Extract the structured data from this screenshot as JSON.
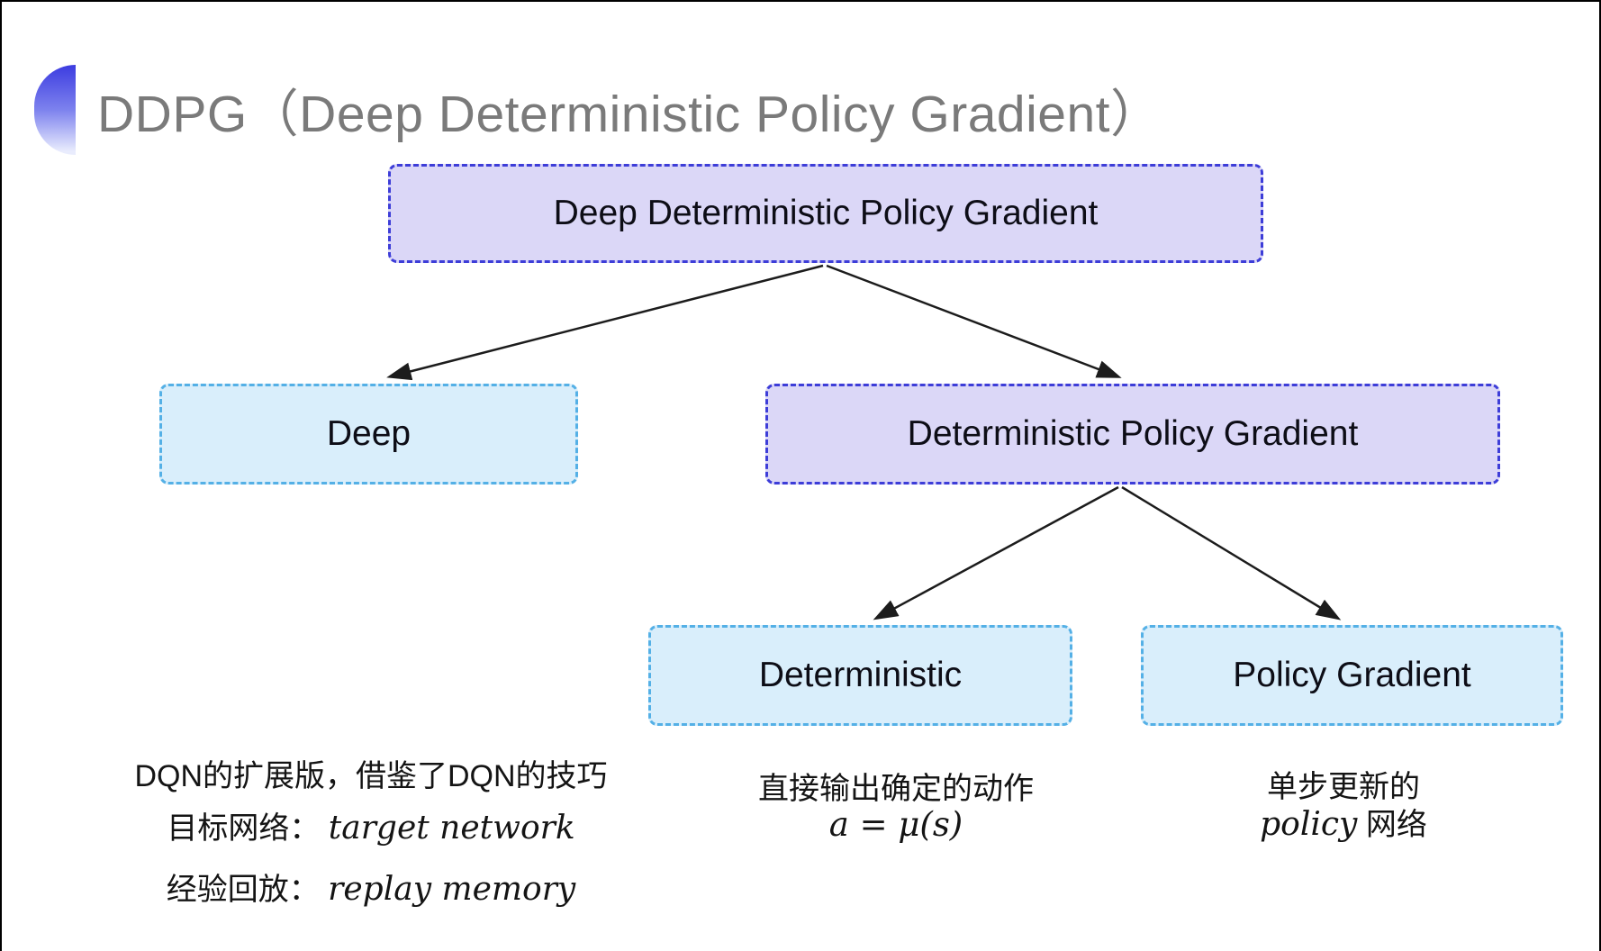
{
  "title": {
    "text": "DDPG（Deep Deterministic Policy Gradient）"
  },
  "colors": {
    "lavender_fill": "#dbd7f7",
    "lavender_border": "#3d3dd8",
    "cyan_fill": "#d9eefb",
    "cyan_border": "#54b0e6",
    "title_gray": "#7a7a7a",
    "arrow": "#1c1c1c",
    "bullet_gradient_top": "#3c3ce0",
    "bullet_gradient_bottom": "#e9ecfd"
  },
  "diagram": {
    "type": "tree",
    "root": {
      "label": "Deep Deterministic Policy Gradient"
    },
    "level1": [
      {
        "label": "Deep"
      },
      {
        "label": "Deterministic Policy Gradient"
      }
    ],
    "level2": [
      {
        "label": "Deterministic"
      },
      {
        "label": "Policy Gradient"
      }
    ],
    "edges": [
      {
        "from": "Deep Deterministic Policy Gradient",
        "to": "Deep"
      },
      {
        "from": "Deep Deterministic Policy Gradient",
        "to": "Deterministic Policy Gradient"
      },
      {
        "from": "Deterministic Policy Gradient",
        "to": "Deterministic"
      },
      {
        "from": "Deterministic Policy Gradient",
        "to": "Policy Gradient"
      }
    ]
  },
  "notes": {
    "deep": {
      "line1": "DQN的扩展版，借鉴了DQN的技巧",
      "target_label": "目标网络：",
      "target_value": "target network",
      "replay_label": "经验回放：",
      "replay_value": "replay memory"
    },
    "deterministic": {
      "line1": "直接输出确定的动作",
      "formula": "a = μ(s)"
    },
    "policy_gradient": {
      "line1": "单步更新的",
      "italic": "policy",
      "rest": " 网络"
    }
  }
}
